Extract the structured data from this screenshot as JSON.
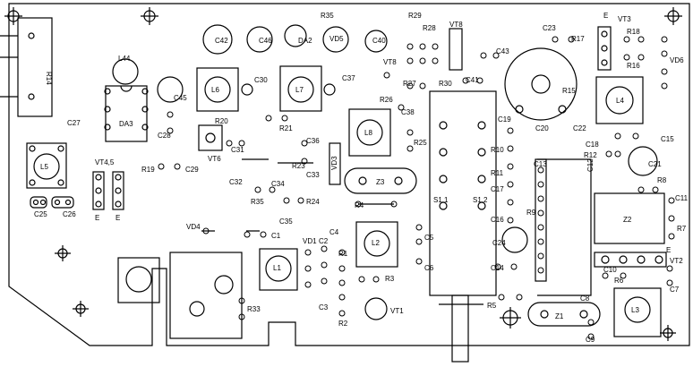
{
  "labels": {
    "R14": "R14",
    "L44": "L44",
    "DA3": "DA3",
    "C45": "C45",
    "C27": "C27",
    "L5": "L5",
    "C28": "C28",
    "R19": "R19",
    "C29": "C29",
    "VT45": "VT4,5",
    "E1": "E",
    "E2": "E",
    "C25": "C25",
    "C26": "C26",
    "C42": "C42",
    "C46": "C46",
    "L6": "L6",
    "C30": "C30",
    "R20": "R20",
    "VT6": "VT6",
    "R35t": "R35",
    "VD5": "VD5",
    "DA2": "DA2",
    "L7": "L7",
    "C37": "C37",
    "R21": "R21",
    "C36": "C36",
    "C31": "C31",
    "R23": "R23",
    "C33": "C33",
    "C32": "C32",
    "C34": "C34",
    "R35b": "R35",
    "R24": "R24",
    "C35": "C35",
    "VD3": "VD3",
    "R29": "R29",
    "R28": "R28",
    "VT8": "VT8",
    "C40": "C40",
    "C43": "C43",
    "C41": "C41",
    "VT8b": "VT8",
    "R27": "R27",
    "R30": "R30",
    "R26": "R26",
    "C38": "C38",
    "L8": "L8",
    "R25": "R25",
    "Z3": "Z3",
    "R4": "R4",
    "VD4": "VD4",
    "C1": "C1",
    "VD1": "VD1",
    "C2": "C2",
    "C4": "C4",
    "R1": "R1",
    "L2": "L2",
    "C5": "C5",
    "C6": "C6",
    "L1": "L1",
    "R3": "R3",
    "C3": "C3",
    "R2": "R2",
    "VT1": "VT1",
    "R33": "R33",
    "S11": "S1.1",
    "S12": "S1.2",
    "C19": "C19",
    "C20": "C20",
    "R10": "R10",
    "R11": "R11",
    "C17": "C17",
    "C16": "C16",
    "R9": "R9",
    "C24": "C24",
    "C14": "C14",
    "C13": "C13",
    "C12": "C12",
    "C23": "C23",
    "R17": "R17",
    "VT3": "VT3",
    "E3": "E",
    "R18": "R18",
    "R16": "R16",
    "VD6": "VD6",
    "R15": "R15",
    "L4": "L4",
    "C22": "C22",
    "C15": "C15",
    "C18": "C18",
    "R12": "R12",
    "C21": "C21",
    "R8": "R8",
    "C11": "C11",
    "R7": "R7",
    "Z2": "Z2",
    "C10": "C10",
    "VT2": "VT2",
    "E4": "E",
    "R6": "R6",
    "C7": "C7",
    "C8": "C8",
    "L3": "L3",
    "Z1": "Z1",
    "R5": "R5",
    "C9": "C9"
  }
}
